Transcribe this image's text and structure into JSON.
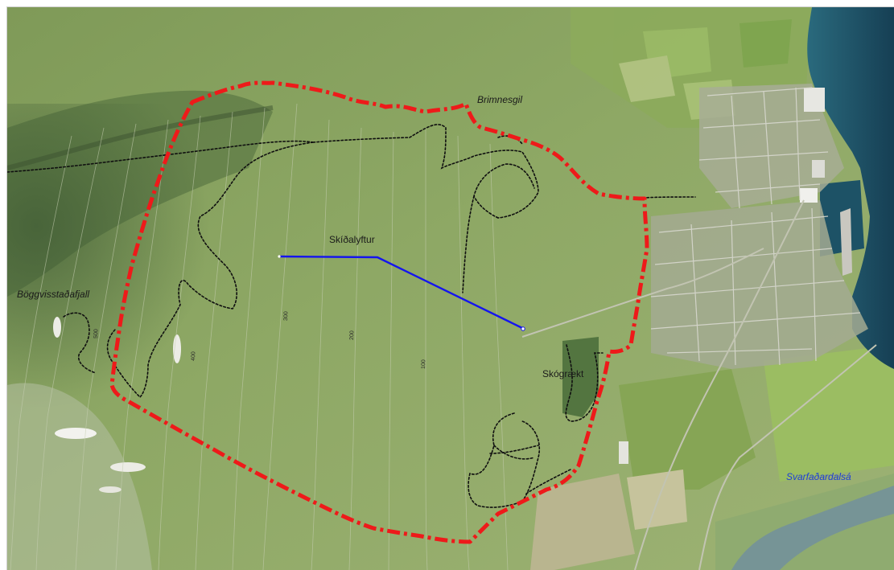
{
  "map": {
    "labels": {
      "brimnesgil": "Brimnesgil",
      "skidalyftur": "Skíðalyftur",
      "boggvisstadafjall": "Böggvisstaðafjall",
      "skograekt": "Skógrækt",
      "svarfadardalsa": "Svarfaðardalsá"
    },
    "contours": {
      "c500": "500",
      "c400": "400",
      "c300": "300",
      "c200": "200",
      "c100": "100"
    },
    "colors": {
      "boundary": "#ee1a1a",
      "ski_lift": "#1414ee",
      "trails": "#101010",
      "label": "#1a1a1a",
      "river_label": "#1e3fd6",
      "sea": "#1c4f66",
      "terrain": "#8fa661"
    }
  }
}
